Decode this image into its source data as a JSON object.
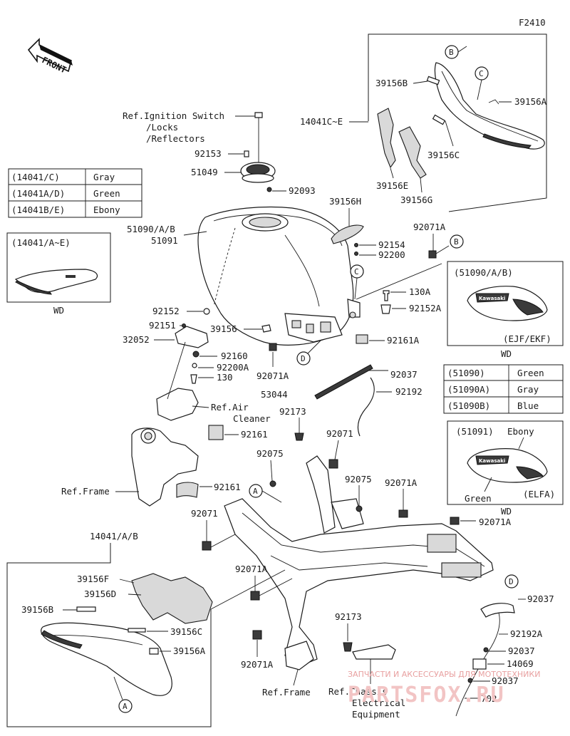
{
  "figure_code": "F2410",
  "front_label": "FRONT",
  "circle_labels": {
    "a": "A",
    "b": "B",
    "c": "C",
    "d": "D"
  },
  "ref_labels": {
    "ignition_1": "Ref.Ignition Switch",
    "ignition_2": "/Locks",
    "ignition_3": "/Reflectors",
    "air_cleaner_1": "Ref.Air",
    "air_cleaner_2": "Cleaner",
    "frame_left": "Ref.Frame",
    "frame_bottom": "Ref.Frame",
    "chassis_1": "Ref.Chassis",
    "chassis_2": "Electrical",
    "chassis_3": "Equipment"
  },
  "parts": {
    "p92153": "92153",
    "p51049": "51049",
    "p92093": "92093",
    "p51090": "51090/A/B",
    "p51091": "51091",
    "p39156H": "39156H",
    "p92154": "92154",
    "p92200": "92200",
    "p92071A_top": "92071A",
    "p130A": "130A",
    "p92152A": "92152A",
    "p92152": "92152",
    "p92151": "92151",
    "p32052": "32052",
    "p39156": "39156",
    "p92161A": "92161A",
    "p92160": "92160",
    "p92200A": "92200A",
    "p130": "130",
    "p92071A_mid": "92071A",
    "p92037_top": "92037",
    "p53044": "53044",
    "p92192": "92192",
    "p92173_top": "92173",
    "p92161_upper": "92161",
    "p92071_mid": "92071",
    "p92075_left": "92075",
    "p92075_right": "92075",
    "p92071A_right": "92071A",
    "p92161_lower": "92161",
    "p92071_left": "92071",
    "p92071A_far": "92071A",
    "p92071A_low1": "92071A",
    "p92071A_low2": "92071A",
    "p92173_bottom": "92173",
    "p92037_right": "92037",
    "p92192A": "92192A",
    "p92037_r2": "92037",
    "p14069": "14069",
    "p92037_r3": "92037",
    "p702": "702",
    "p14041CE": "14041C~E",
    "p39156B_top": "39156B",
    "p39156A_top": "39156A",
    "p39156C_top": "39156C",
    "p39156E": "39156E",
    "p39156G": "39156G",
    "p14041AB": "14041/A/B",
    "p39156F": "39156F",
    "p39156D": "39156D",
    "p39156B_low": "39156B",
    "p39156C_low": "39156C",
    "p39156A_low": "39156A"
  },
  "color_table_cover": [
    {
      "code": "(14041/C)",
      "color": "Gray"
    },
    {
      "code": "(14041A/D)",
      "color": "Green"
    },
    {
      "code": "(14041B/E)",
      "color": "Ebony"
    }
  ],
  "color_table_tank": [
    {
      "code": "(51090)",
      "color": "Green"
    },
    {
      "code": "(51090A)",
      "color": "Gray"
    },
    {
      "code": "(51090B)",
      "color": "Blue"
    }
  ],
  "inset_cover": {
    "title": "(14041/A~E)",
    "caption": "WD"
  },
  "inset_tank1": {
    "title": "(51090/A/B)",
    "note": "(EJF/EKF)",
    "caption": "WD"
  },
  "inset_tank2": {
    "title": "(51091)",
    "color_top": "Ebony",
    "color_bottom": "Green",
    "note": "(ELFA)",
    "caption": "WD"
  },
  "watermark": {
    "line1": "ЗАПЧАСТИ И АКСЕССУАРЫ ДЛЯ МОТОТЕХНИКИ",
    "line2": "PARTSFOX.RU"
  }
}
